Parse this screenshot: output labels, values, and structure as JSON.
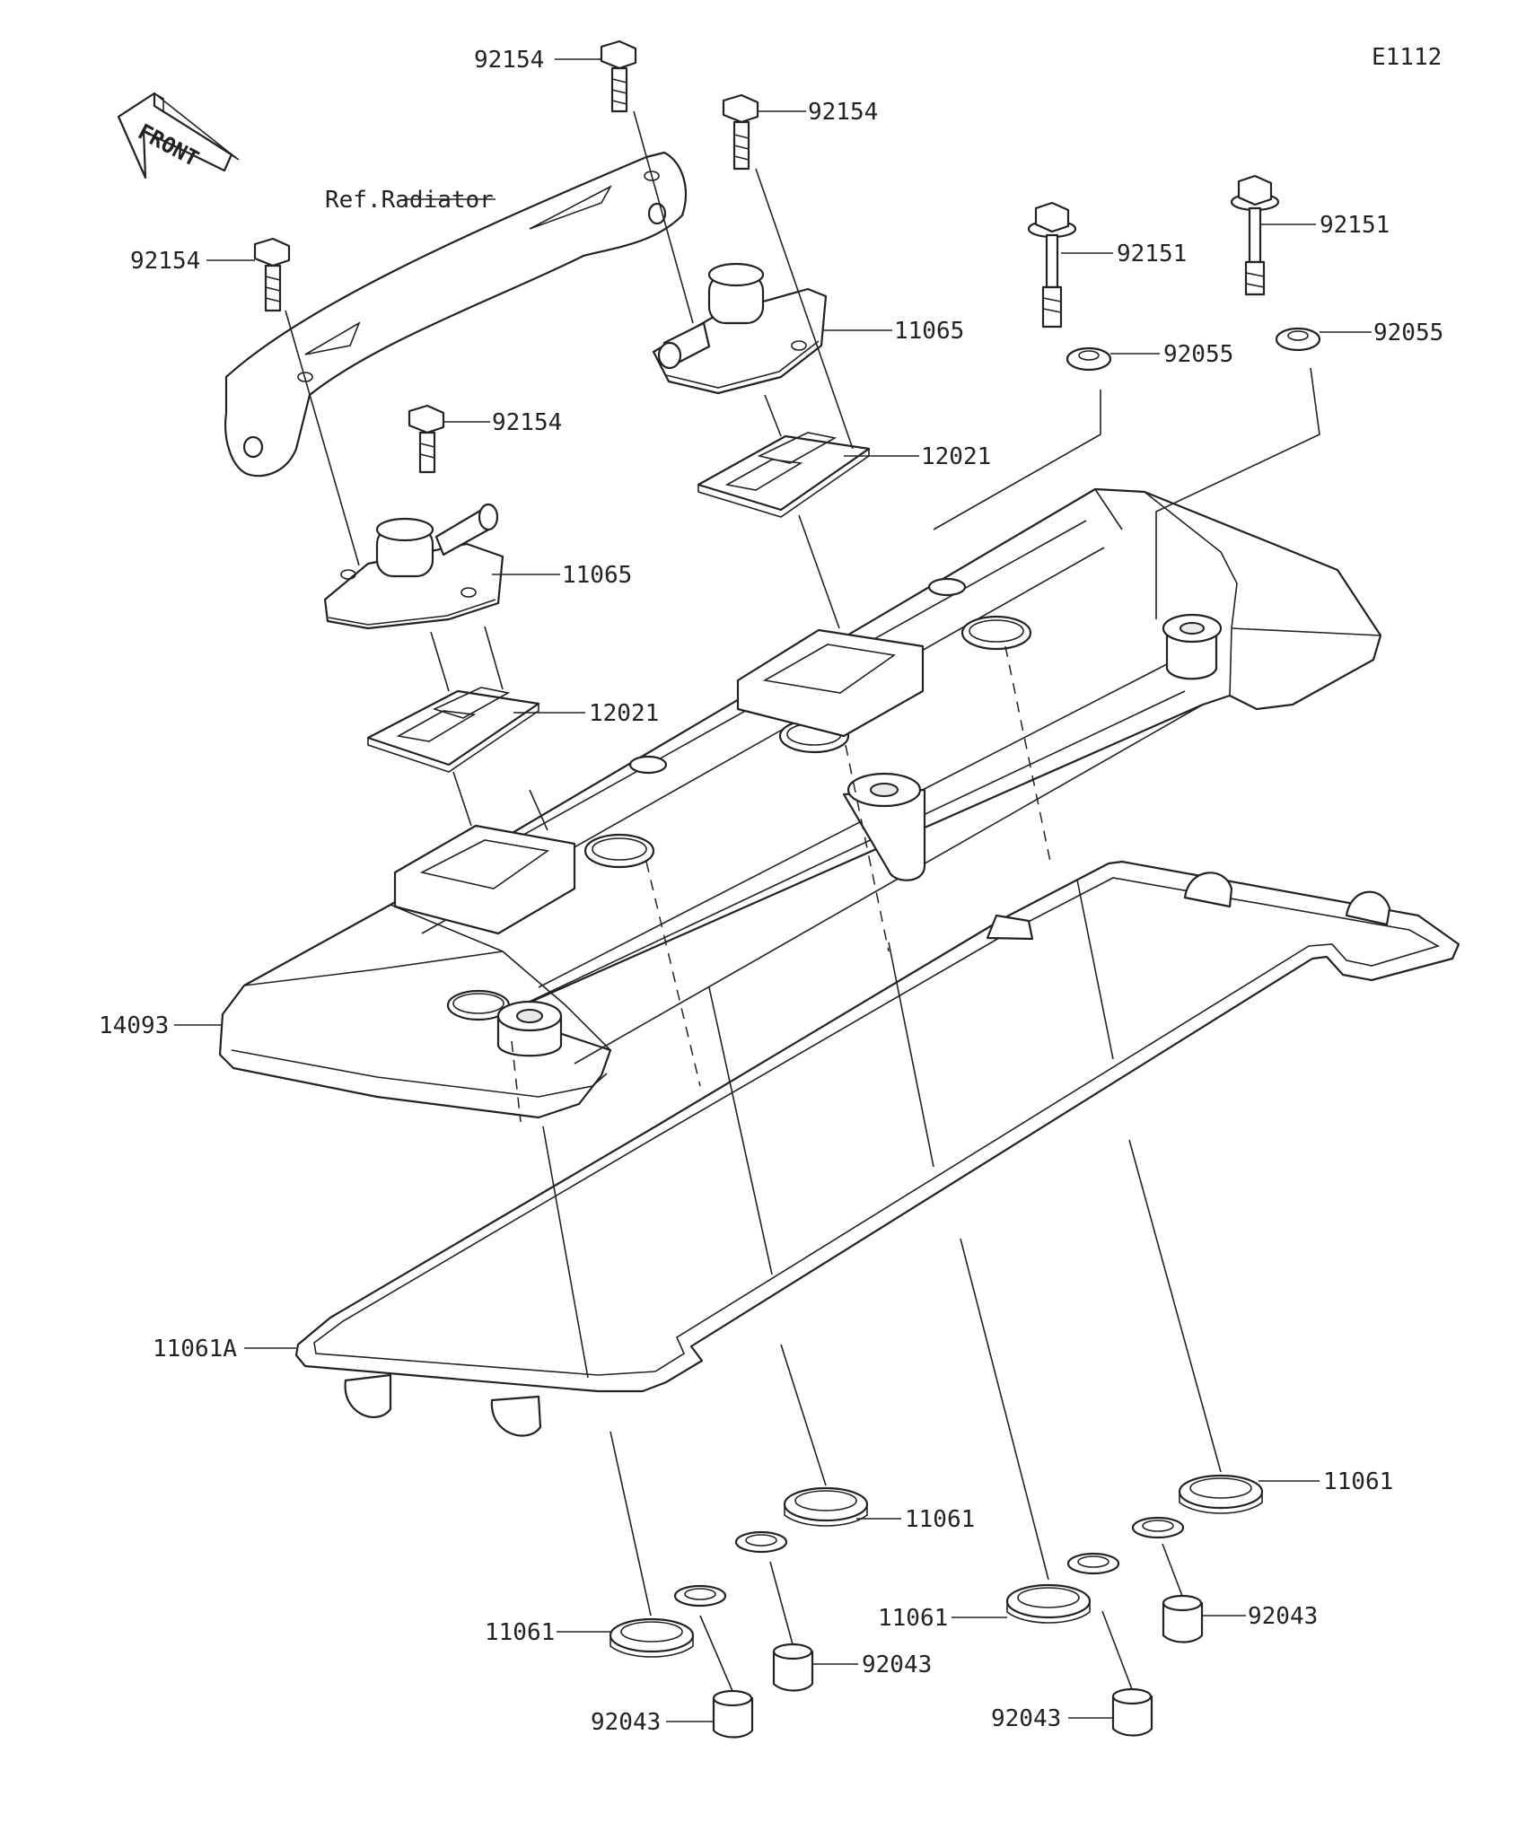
{
  "diagram_code": "E1112",
  "front_label": "FRONT",
  "ref_label": "Ref.Radiator",
  "callouts": {
    "bolt_top_center": "92154",
    "bolt_top_right": "92154",
    "bolt_left": "92154",
    "bolt_mid": "92154",
    "bolt_washer_a": "92151",
    "bolt_washer_b": "92151",
    "grommet_a": "92055",
    "grommet_b": "92055",
    "breather_upper": "11065",
    "breather_lower": "11065",
    "plate_upper": "12021",
    "plate_lower": "12021",
    "cover": "14093",
    "gasket_cover": "11061A",
    "gasket_plug_1": "11061",
    "gasket_plug_2": "11061",
    "gasket_plug_3": "11061",
    "gasket_plug_4": "11061",
    "collar_1": "92043",
    "collar_2": "92043",
    "collar_3": "92043",
    "collar_4": "92043"
  }
}
